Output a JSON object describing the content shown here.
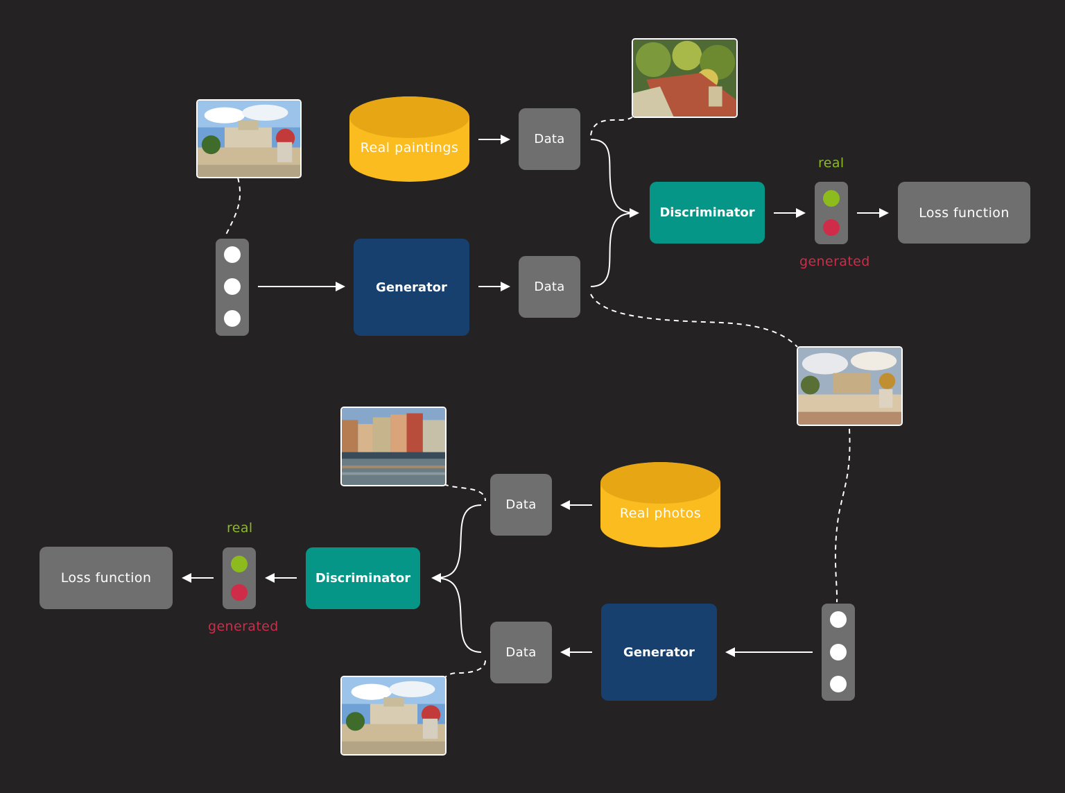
{
  "colors": {
    "background": "#242223",
    "data_box": "#6f6f70",
    "generator": "#17406f",
    "discriminator": "#069688",
    "cylinder": "#fbbc1f",
    "real_label": "#8dbb1e",
    "generated_label": "#cf2c49"
  },
  "top_flow": {
    "source": "Real paintings",
    "data_real": "Data",
    "generator": "Generator",
    "data_generated": "Data",
    "discriminator": "Discriminator",
    "real_label": "real",
    "generated_label": "generated",
    "loss": "Loss function"
  },
  "bottom_flow": {
    "source": "Real photos",
    "data_real": "Data",
    "generator": "Generator",
    "data_generated": "Data",
    "discriminator": "Discriminator",
    "real_label": "real",
    "generated_label": "generated",
    "loss": "Loss function"
  },
  "icons": {
    "input_signal": "input-signal-icon",
    "traffic_light": "traffic-light-icon",
    "arrow": "arrow-icon"
  }
}
